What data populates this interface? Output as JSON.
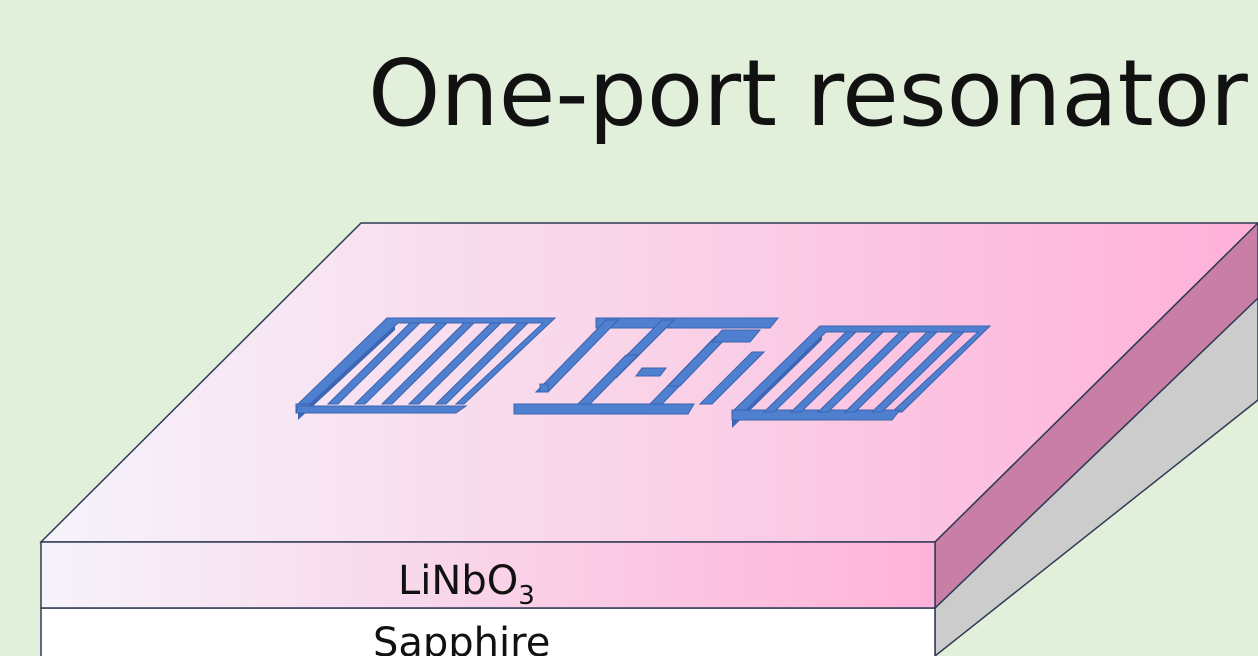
{
  "title": "One-port resonator",
  "layers": {
    "top": {
      "label": "LiNbO",
      "subscript": "3"
    },
    "bottom": {
      "label": "Sapphire"
    }
  },
  "colors": {
    "background": "#e2efda",
    "electrode": "#4f7fcf",
    "linbo3_light": "#f6f3fb",
    "linbo3_dark": "#ffb0d8",
    "sapphire_side": "#cccccc"
  }
}
